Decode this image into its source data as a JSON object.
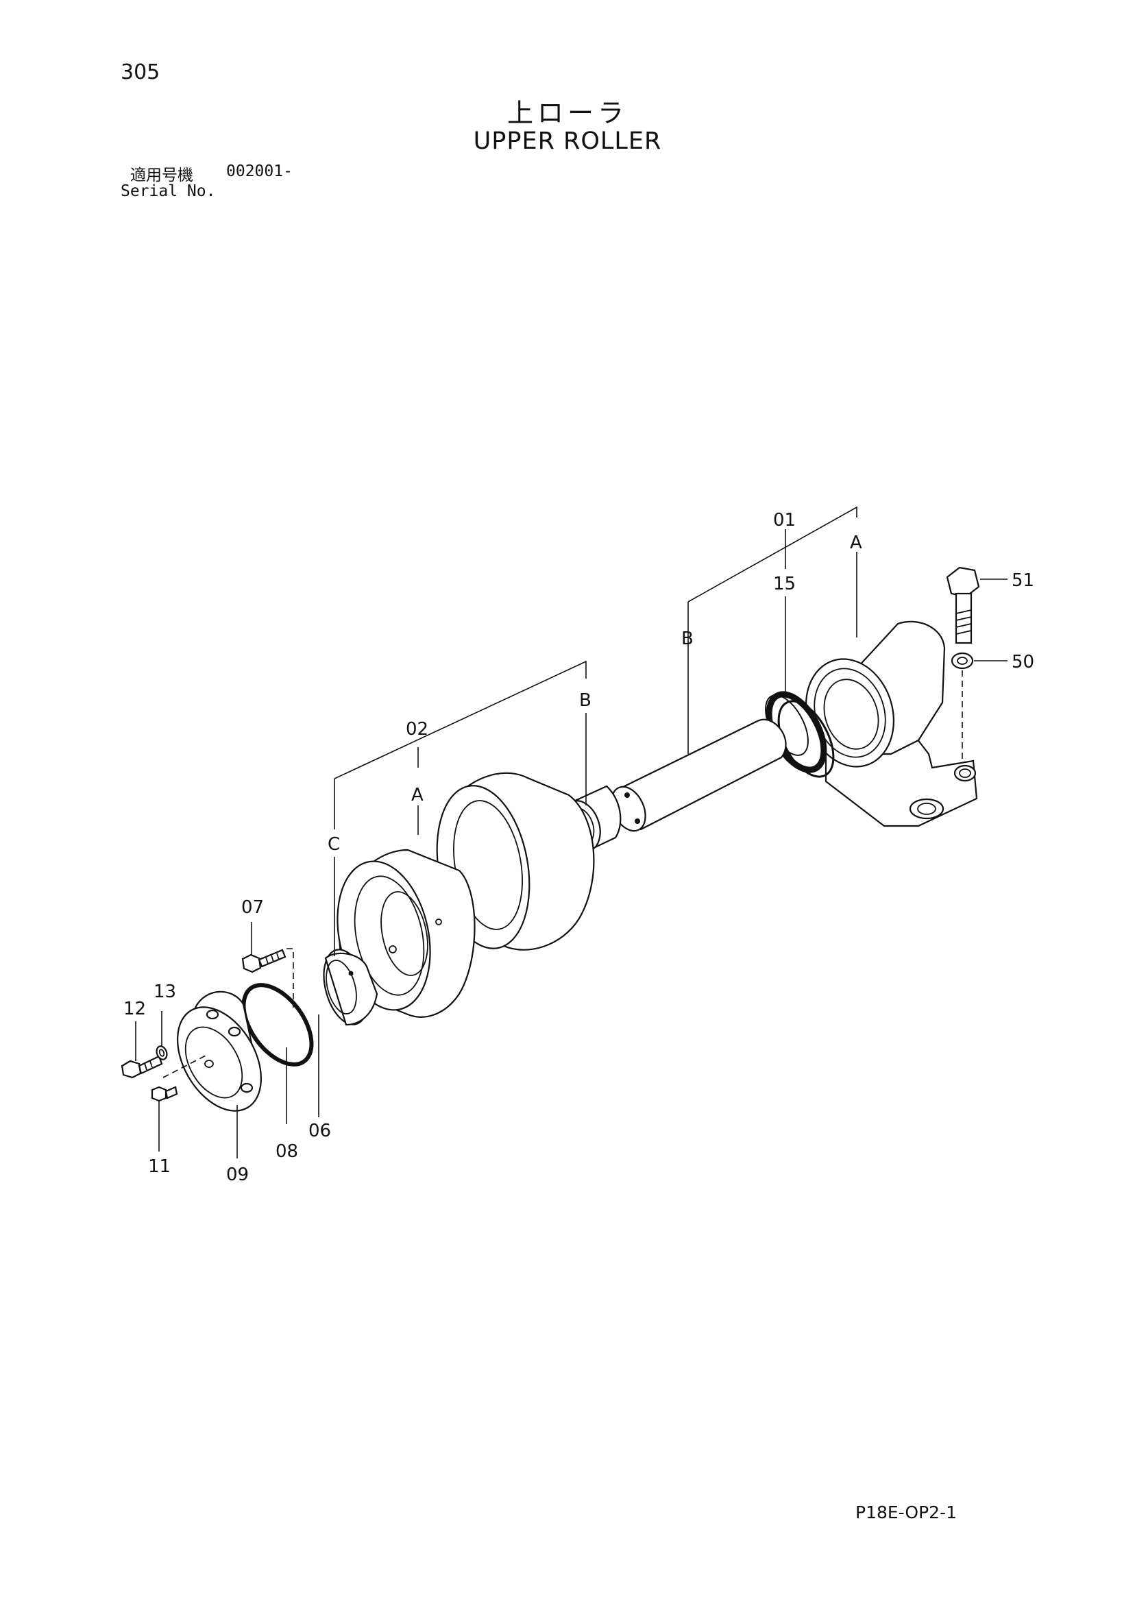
{
  "header": {
    "page_number": "305",
    "title_jp": "上ローラ",
    "title_en": "UPPER ROLLER",
    "serial_label_jp": "適用号機",
    "serial_value": "002001-",
    "serial_label_en": "Serial No."
  },
  "footer": {
    "doc_code": "P18E-OP2-1"
  },
  "diagram": {
    "callouts": {
      "c01": "01",
      "c02": "02",
      "c06": "06",
      "c07": "07",
      "c08": "08",
      "c09": "09",
      "c11": "11",
      "c12": "12",
      "c13": "13",
      "c15": "15",
      "c50": "50",
      "c51": "51"
    },
    "groups": {
      "a_top": "A",
      "a_mid": "A",
      "b_top": "B",
      "b_mid": "B",
      "c": "C"
    }
  }
}
